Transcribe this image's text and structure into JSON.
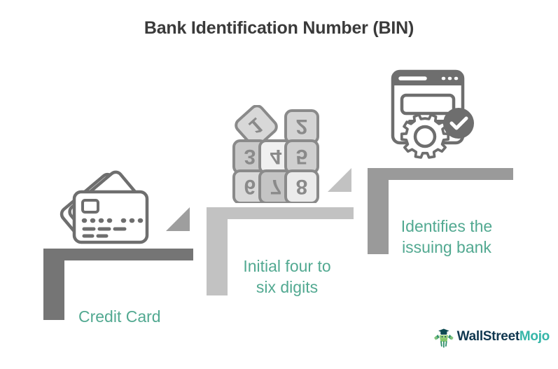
{
  "page": {
    "title": "Bank Identification Number (BIN)",
    "background_color": "#ffffff"
  },
  "theme": {
    "title_color": "#3a3a3a",
    "caption_color": "#52a991",
    "step1_color": "#757575",
    "step2_color": "#c2c2c2",
    "step3_color": "#9a9a9a",
    "tri1_color": "#9e9e9e",
    "tri2_color": "#c2c2c2",
    "icon_stroke": "#6e6e6e"
  },
  "steps": [
    {
      "id": "step-1",
      "caption": "Credit Card",
      "icon_name": "credit-card-icon",
      "color": "#757575"
    },
    {
      "id": "step-2",
      "caption_line1": "Initial four to",
      "caption_line2": "six digits",
      "icon_name": "number-keys-icon",
      "color": "#c2c2c2"
    },
    {
      "id": "step-3",
      "caption_line1": "Identifies the",
      "caption_line2": "issuing bank",
      "icon_name": "browser-settings-verified-icon",
      "color": "#9a9a9a"
    }
  ],
  "number_keys": {
    "digits": [
      "1",
      "2",
      "3",
      "4",
      "5",
      "6",
      "7",
      "8"
    ]
  },
  "logo": {
    "brand_part1": "WallStreet",
    "brand_part2": "Mojo",
    "color1": "#10374f",
    "color2": "#35b6a8"
  }
}
